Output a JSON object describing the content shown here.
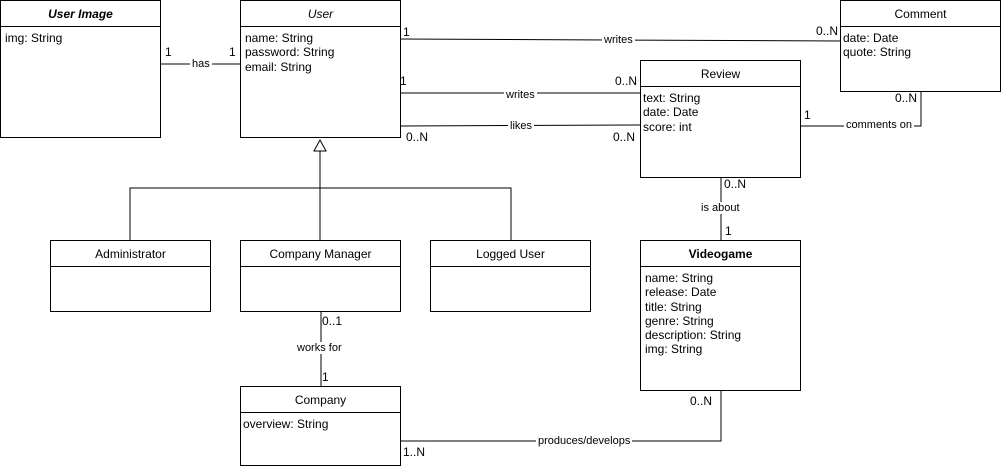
{
  "classes": {
    "user_image": {
      "name": "User Image",
      "attrs": [
        "img: String"
      ]
    },
    "user": {
      "name": "User",
      "attrs": [
        "name: String",
        "password: String",
        "email: String"
      ]
    },
    "comment": {
      "name": "Comment",
      "attrs": [
        "date: Date",
        "quote: String"
      ]
    },
    "review": {
      "name": "Review",
      "attrs": [
        "text: String",
        "date: Date",
        "score: int"
      ]
    },
    "administrator": {
      "name": "Administrator",
      "attrs": []
    },
    "company_manager": {
      "name": "Company Manager",
      "attrs": []
    },
    "logged_user": {
      "name": "Logged User",
      "attrs": []
    },
    "videogame": {
      "name": "Videogame",
      "attrs": [
        "name: String",
        "release: Date",
        "title: String",
        "genre: String",
        "description: String",
        "img: String"
      ]
    },
    "company": {
      "name": "Company",
      "attrs": [
        "overview: String"
      ]
    }
  },
  "associations": {
    "has": {
      "label": "has",
      "m1": "1",
      "m2": "1"
    },
    "writes_comment": {
      "label": "writes",
      "m1": "1",
      "m2": "0..N"
    },
    "writes_review": {
      "label": "writes",
      "m1": "1",
      "m2": "0..N"
    },
    "likes": {
      "label": "likes",
      "m1": "0..N",
      "m2": "0..N"
    },
    "comments_on": {
      "label": "comments on",
      "m1": "1",
      "m2": "0..N"
    },
    "is_about": {
      "label": "is about",
      "m1": "0..N",
      "m2": "1"
    },
    "works_for": {
      "label": "works for",
      "m1": "0..1",
      "m2": "1"
    },
    "produces": {
      "label": "produces/develops",
      "m1": "1..N",
      "m2": "0..N"
    }
  }
}
